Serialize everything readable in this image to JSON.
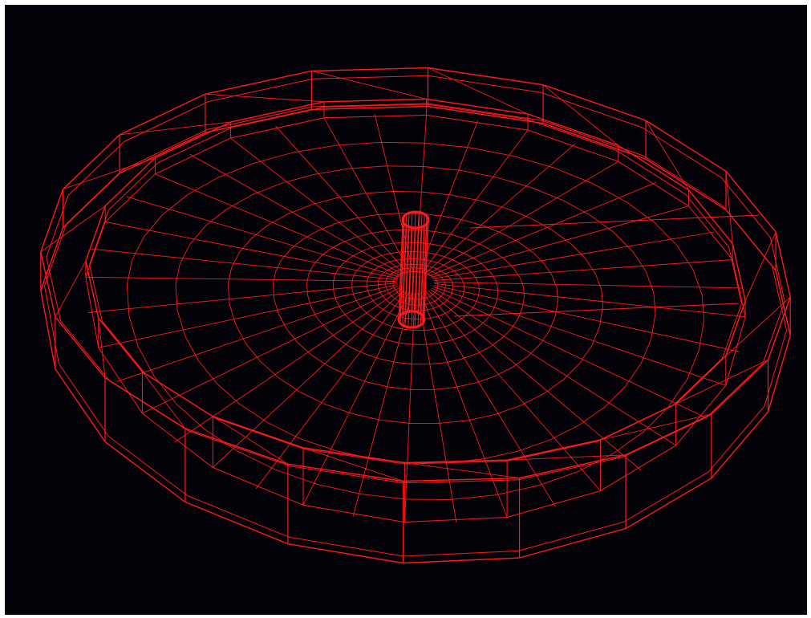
{
  "viewport": {
    "background_color": "#030208",
    "render_mode": "wireframe"
  },
  "model": {
    "wire_color": "#ff1a1a",
    "shape": "annular disk with central tube",
    "outer_segments": 20,
    "inner_tube_segments": 24
  }
}
